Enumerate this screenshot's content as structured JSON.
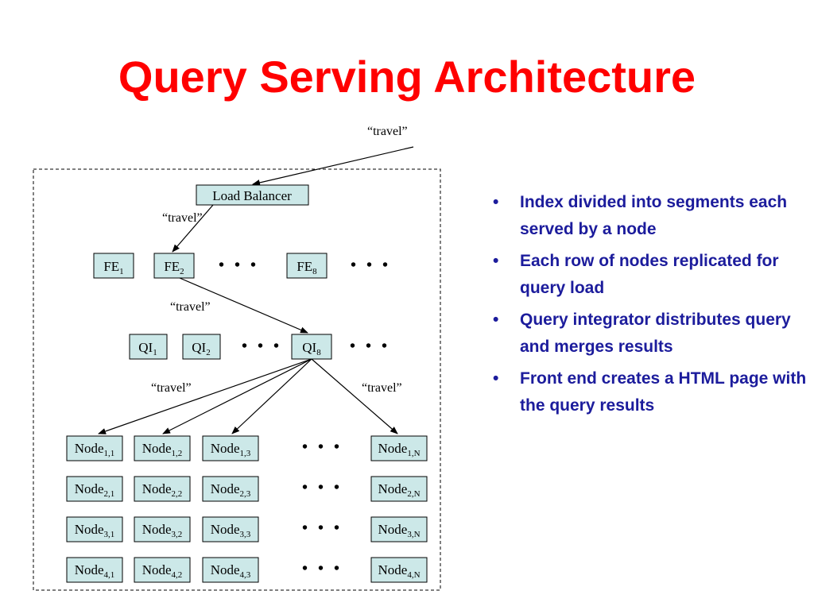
{
  "title": "Query Serving Architecture",
  "diagram": {
    "query_label": "“travel”",
    "ellipsis": "• • •",
    "load_balancer": "Load Balancer",
    "fe": [
      {
        "base": "FE",
        "sub": "1"
      },
      {
        "base": "FE",
        "sub": "2"
      },
      {
        "base": "FE",
        "sub": "8"
      }
    ],
    "qi": [
      {
        "base": "QI",
        "sub": "1"
      },
      {
        "base": "QI",
        "sub": "2"
      },
      {
        "base": "QI",
        "sub": "8"
      }
    ],
    "node_base": "Node",
    "nodes": [
      [
        "1,1",
        "1,2",
        "1,3",
        "1,N"
      ],
      [
        "2,1",
        "2,2",
        "2,3",
        "2,N"
      ],
      [
        "3,1",
        "3,2",
        "3,3",
        "3,N"
      ],
      [
        "4,1",
        "4,2",
        "4,3",
        "4,N"
      ]
    ]
  },
  "bullets": [
    "Index divided into segments each served by a node",
    "Each row of nodes replicated for query load",
    "Query integrator distributes query and merges results",
    "Front end creates a HTML page with the query results"
  ],
  "bullet_glyph": "•",
  "colors": {
    "title": "#ff0000",
    "bullet_text": "#1c1c9c",
    "box_fill": "#cce8e8"
  }
}
